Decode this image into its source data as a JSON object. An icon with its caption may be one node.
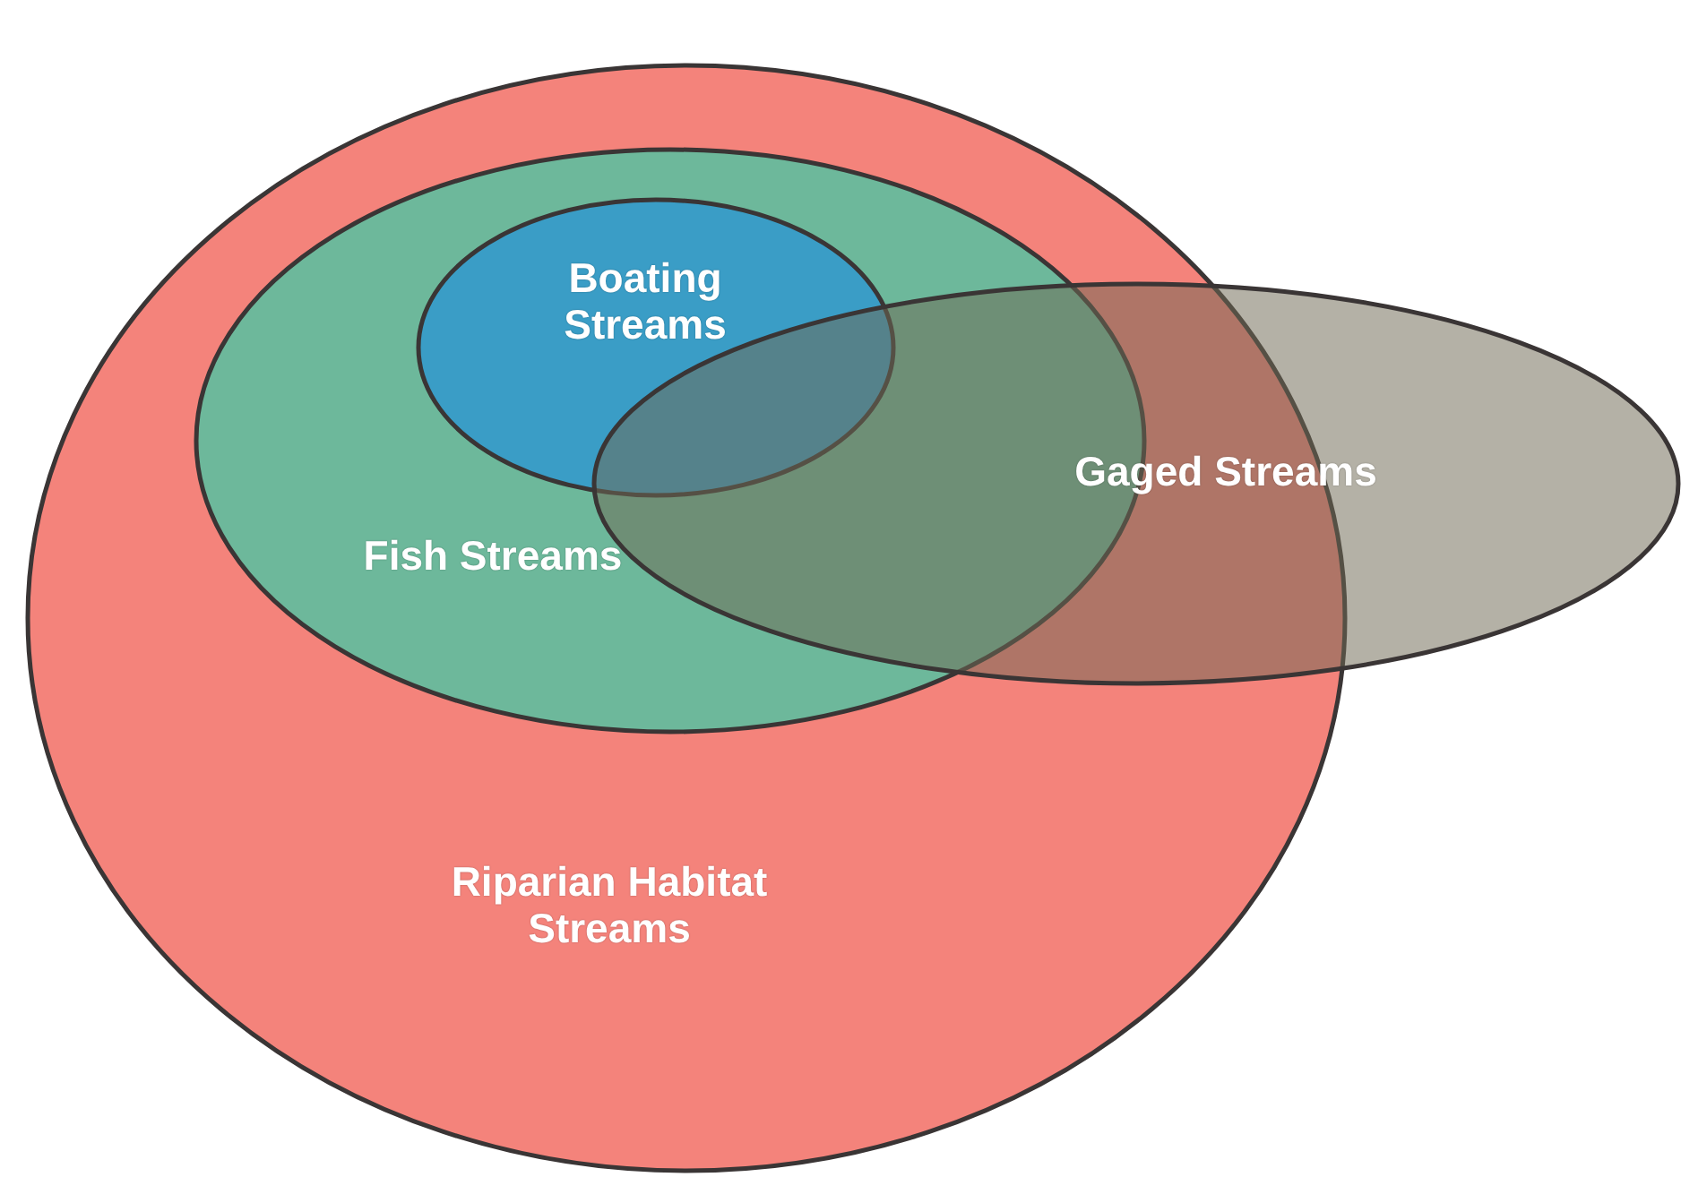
{
  "diagram": {
    "nodes": [
      {
        "text": [
          "Riparian Habitat Streams"
        ]
      },
      {
        "text": [
          "Fish Streams"
        ],
        "in": 0
      },
      {
        "text": [
          "Boating Streams"
        ],
        "in": 1
      },
      {
        "text": [
          "Gaged Streams"
        ]
      }
    ]
  }
}
